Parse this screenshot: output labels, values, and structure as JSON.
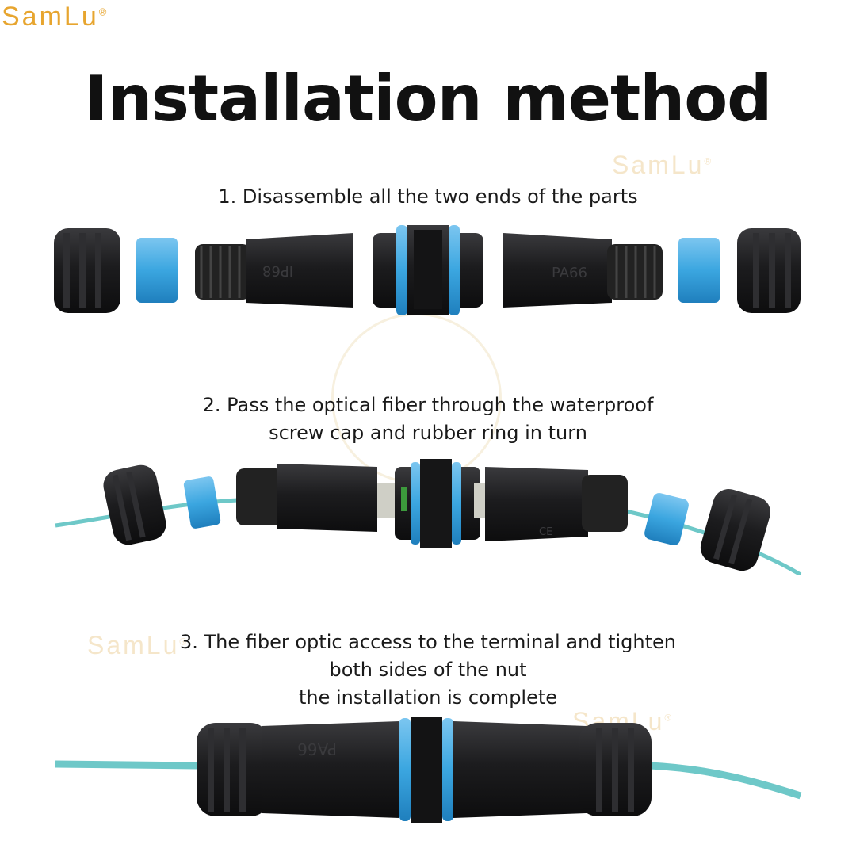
{
  "brand": {
    "name": "SamLu",
    "mark": "®"
  },
  "title": "Installation method",
  "steps": [
    {
      "number": "1.",
      "lines": [
        "1. Disassemble all the two ends of the parts"
      ]
    },
    {
      "number": "2.",
      "lines": [
        "2. Pass the optical fiber through the waterproof",
        "screw cap and rubber ring in turn"
      ]
    },
    {
      "number": "3.",
      "lines": [
        "3. The fiber optic access to the terminal and tighten",
        "both sides of the nut",
        "the installation is complete"
      ]
    }
  ],
  "part_markings": {
    "left_body": "IP68",
    "right_body": "PA66",
    "assembled_body": "PA66",
    "ce": "CE"
  },
  "colors": {
    "body": "#1c1c1e",
    "ring_blue": "#3ba6e0",
    "fiber": "#6ec8c8",
    "brand": "#e7a52f"
  }
}
